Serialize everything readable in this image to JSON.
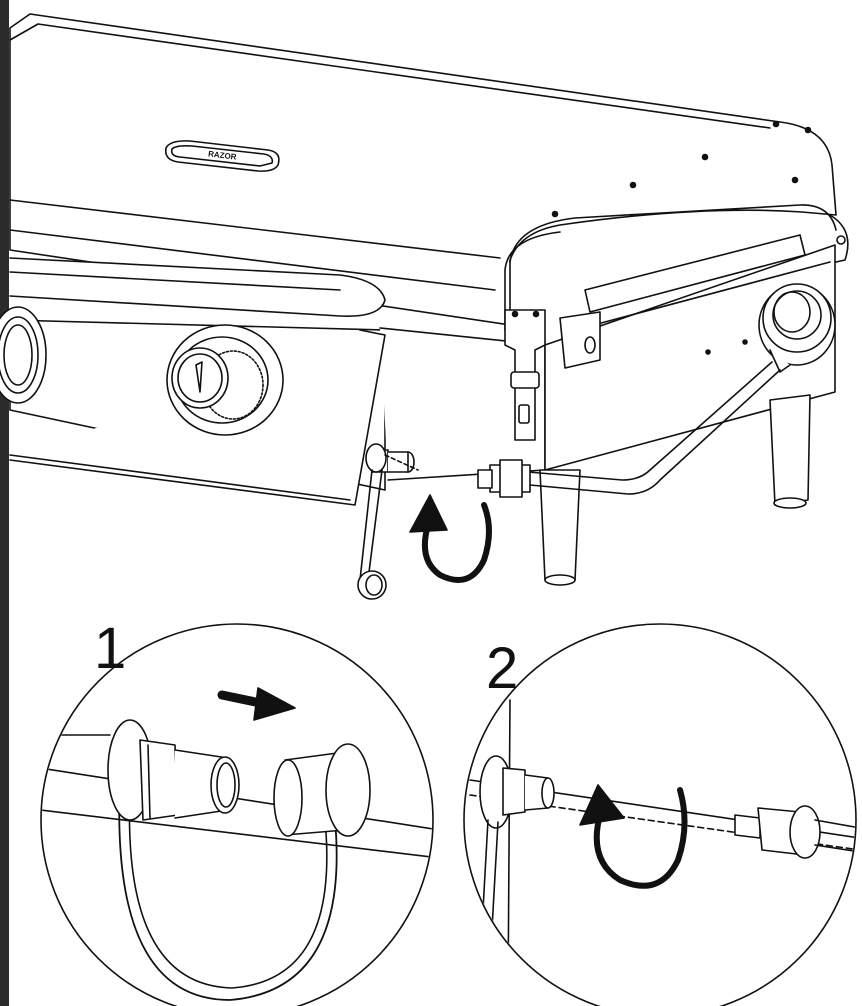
{
  "diagram": {
    "steps": [
      {
        "number": "1",
        "caption": ""
      },
      {
        "number": "2",
        "caption": ""
      }
    ],
    "brand_plate_text": "RAZOR",
    "icons": {
      "push_direction": "arrow-right-icon",
      "rotate_direction": "rotate-ccw-arrow-icon"
    },
    "colors": {
      "line": "#111111",
      "fill": "#ffffff",
      "side_bar": "#2b2b2b"
    }
  }
}
